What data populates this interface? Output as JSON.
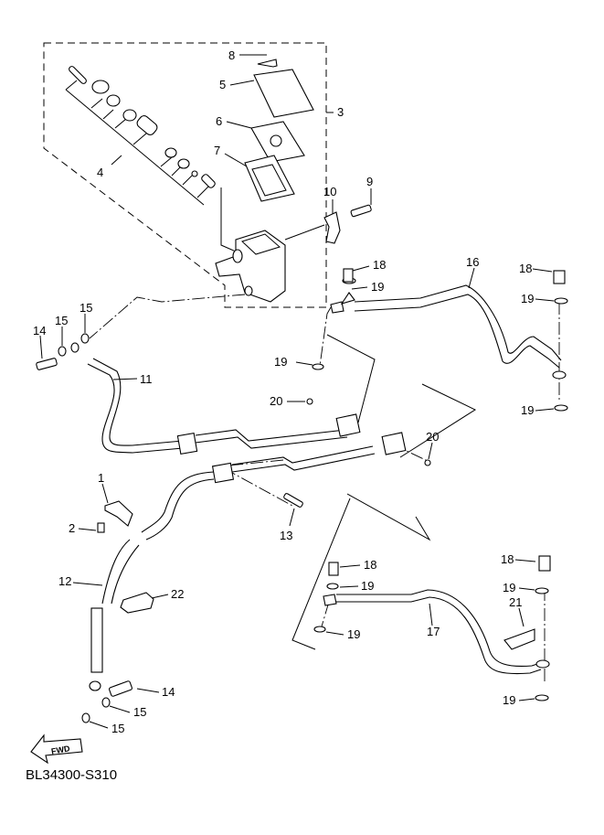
{
  "diagram": {
    "title_code": "BL34300-S310",
    "direction_arrow": "FWD",
    "callouts": {
      "c1": "1",
      "c2": "2",
      "c3": "3",
      "c4": "4",
      "c5": "5",
      "c6": "6",
      "c7": "7",
      "c8": "8",
      "c9": "9",
      "c10": "10",
      "c11": "11",
      "c12": "12",
      "c13": "13",
      "c14a": "14",
      "c14b": "14",
      "c15a": "15",
      "c15b": "15",
      "c15c": "15",
      "c15d": "15",
      "c16": "16",
      "c17": "17",
      "c18a": "18",
      "c18b": "18",
      "c18c": "18",
      "c18d": "18",
      "c19a": "19",
      "c19b": "19",
      "c19c": "19",
      "c19d": "19",
      "c19e": "19",
      "c19f": "19",
      "c19g": "19",
      "c19h": "19",
      "c20a": "20",
      "c20b": "20",
      "c21": "21",
      "c22": "22"
    }
  }
}
